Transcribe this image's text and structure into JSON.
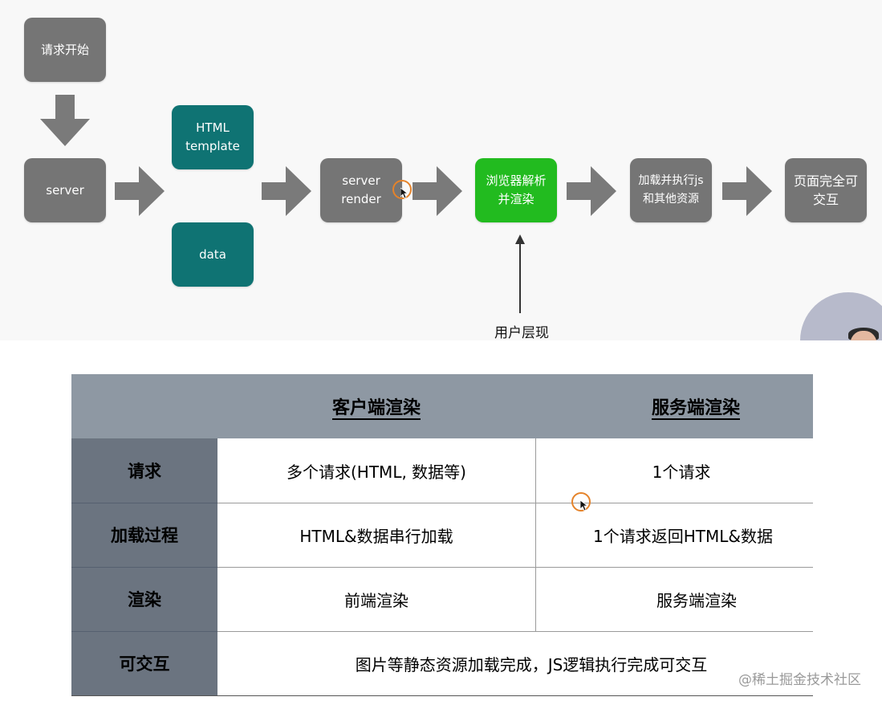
{
  "flow": {
    "request_start": "请求开始",
    "server": "server",
    "html_template": "HTML\ntemplate",
    "data": "data",
    "server_render": "server\nrender",
    "browser_parse": "浏览器解析\n并渲染",
    "load_js": "加载并执行js\n和其他资源",
    "interactive": "页面完全可\n交互",
    "user_view": "用户层现"
  },
  "colors": {
    "gray_box": "#757575",
    "teal_box": "#0f7373",
    "green_box": "#22bb1f",
    "arrow": "#7a7a7a"
  },
  "table": {
    "columns": [
      "客户端渲染",
      "服务端渲染"
    ],
    "rows": [
      {
        "label": "请求",
        "client": "多个请求(HTML, 数据等)",
        "server": "1个请求"
      },
      {
        "label": "加载过程",
        "client": "HTML&数据串行加载",
        "server": "1个请求返回HTML&数据"
      },
      {
        "label": "渲染",
        "client": "前端渲染",
        "server": "服务端渲染"
      },
      {
        "label": "可交互",
        "merged": "图片等静态资源加载完成，JS逻辑执行完成可交互"
      }
    ]
  },
  "watermark": "@稀土掘金技术社区"
}
